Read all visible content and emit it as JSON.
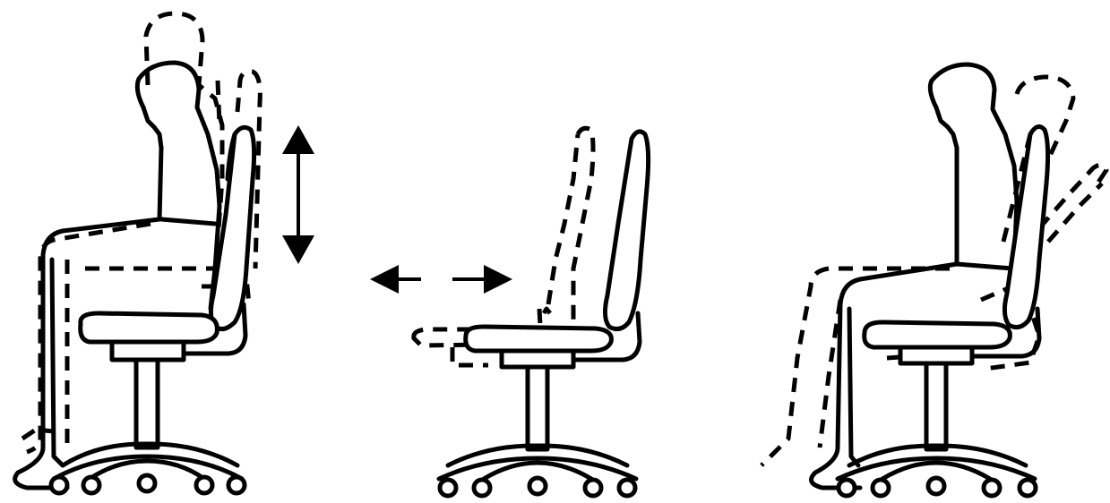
{
  "figure": {
    "panels": [
      {
        "id": "seat-height",
        "adjustment": "vertical",
        "arrow_direction": "up-down",
        "icon": "double-arrow-vertical-icon"
      },
      {
        "id": "seat-depth",
        "adjustment": "horizontal",
        "arrow_direction": "left-right",
        "icon": "double-arrow-horizontal-icon"
      },
      {
        "id": "backrest-recline",
        "adjustment": "tilt",
        "arrow_direction": "none"
      }
    ],
    "colors": {
      "line": "#000000",
      "background": "#ffffff"
    }
  }
}
